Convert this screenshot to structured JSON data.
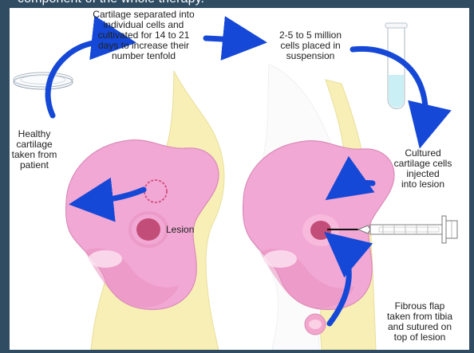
{
  "caption": {
    "text": "component of the whole therapy."
  },
  "diagram": {
    "labels": {
      "separated": "Cartilage separated into\nindividual cells and\ncultivated for 14 to 21\ndays to increase their\nnumber tenfold",
      "million": "2-5 to 5 million\ncells placed in\nsuspension",
      "healthy": "Healthy\ncartilage\ntaken from\npatient",
      "cultured": "Cultured\ncartilage cells\ninjected\ninto lesion",
      "lesion": "Lesion",
      "flap": "Fibrous flap\ntaken from tibia\nand sutured on\ntop of lesion"
    },
    "colors": {
      "background": "#2f4c63",
      "bone": "#f7efb6",
      "femur": "#f2a8d4",
      "femur_dark": "#d98bb8",
      "lesion": "#c24d78",
      "arrow": "#1548d6",
      "tube": "#c7eef4"
    },
    "icons": {
      "petri_dish": "petri-dish-icon",
      "test_tube": "test-tube-icon",
      "syringe": "syringe-icon"
    }
  }
}
